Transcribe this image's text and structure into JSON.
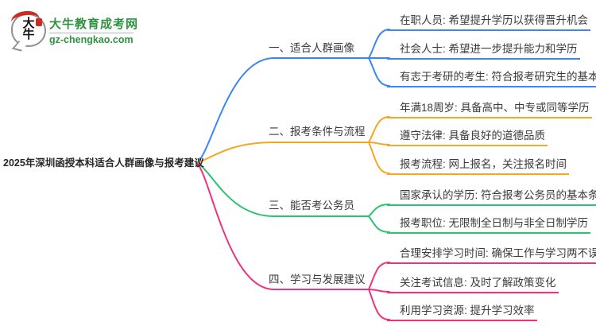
{
  "colors": {
    "branch1_blue": "#3b87f0",
    "branch2_orange": "#f5a623",
    "branch3_green": "#2cc26e",
    "branch4_pink": "#f0327e",
    "logo_green": "#2e9240",
    "logo_red": "#cf2a1b",
    "node_text": "#3a3a3a"
  },
  "logo": {
    "bubble_text": "大\n牛",
    "site_name": "大牛教育成考网",
    "site_url": "gz-chengkao.com"
  },
  "mindmap": {
    "root": "2025年深圳函授本科适合人群画像与报考建议",
    "branches": [
      {
        "label": "一、适合人群画像",
        "color": "#3b87f0",
        "children": [
          "在职人员: 希望提升学历以获得晋升机会",
          "社会人士: 希望进一步提升能力和学历",
          "有志于考研的考生: 符合报考研究生的基本条件"
        ]
      },
      {
        "label": "二、报考条件与流程",
        "color": "#f5a623",
        "children": [
          "年满18周岁: 具备高中、中专或同等学历",
          "遵守法律: 具备良好的道德品质",
          "报考流程: 网上报名，关注报名时间"
        ]
      },
      {
        "label": "三、能否考公务员",
        "color": "#2cc26e",
        "children": [
          "国家承认的学历: 符合报考公务员的基本条件",
          "报考职位: 无限制全日制与非全日制学历"
        ]
      },
      {
        "label": "四、学习与发展建议",
        "color": "#f0327e",
        "children": [
          "合理安排学习时间: 确保工作与学习两不误",
          "关注考试信息: 及时了解政策变化",
          "利用学习资源: 提升学习效率"
        ]
      }
    ]
  }
}
